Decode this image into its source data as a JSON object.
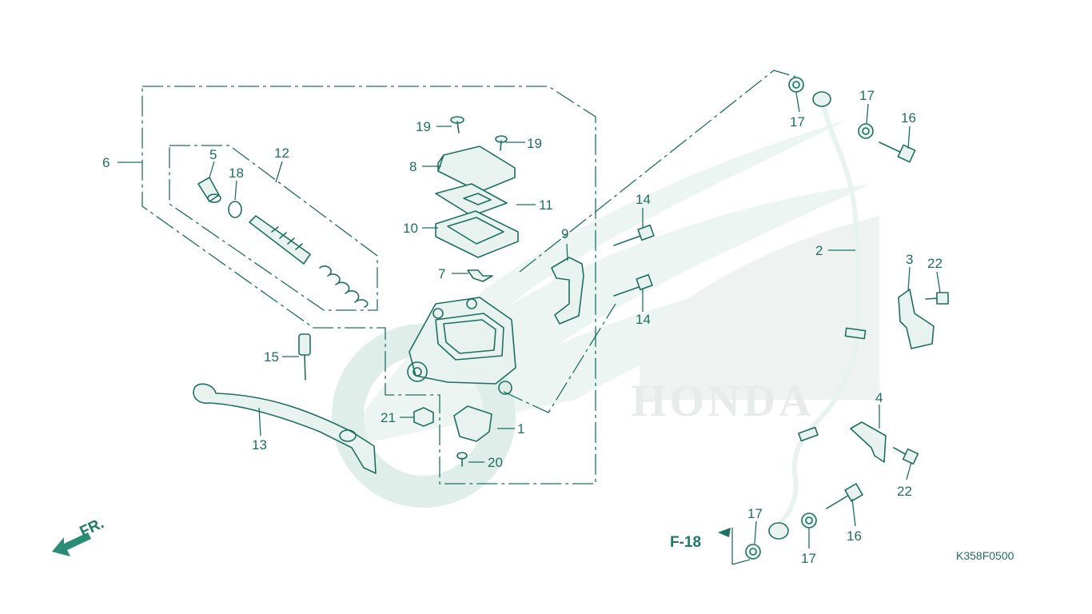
{
  "diagram": {
    "code": "K358F0500",
    "brand_watermark": "HONDA",
    "front_label": "FR.",
    "ref_label": "F-18",
    "callouts": {
      "c1": "1",
      "c2": "2",
      "c3": "3",
      "c4": "4",
      "c5": "5",
      "c6": "6",
      "c7": "7",
      "c8": "8",
      "c9": "9",
      "c10": "10",
      "c11": "11",
      "c12": "12",
      "c13": "13",
      "c14a": "14",
      "c14b": "14",
      "c15": "15",
      "c16a": "16",
      "c16b": "16",
      "c17a": "17",
      "c17b": "17",
      "c17c": "17",
      "c17d": "17",
      "c18": "18",
      "c19a": "19",
      "c19b": "19",
      "c20": "20",
      "c21": "21",
      "c22a": "22",
      "c22b": "22"
    }
  }
}
